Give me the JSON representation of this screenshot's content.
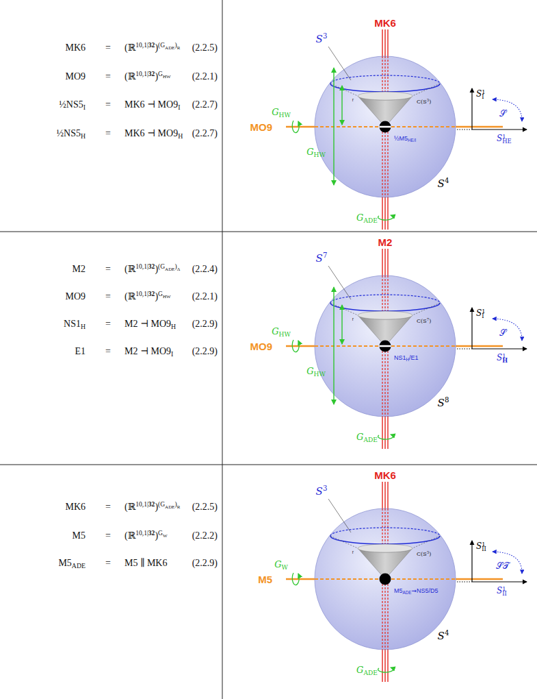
{
  "diagram": {
    "labels": [
      "MK6",
      "=",
      "(ℝ",
      "10,1|",
      "32",
      ")",
      "(G",
      "ADE",
      ")",
      "R",
      "(2.2.5)",
      "MO9",
      "=",
      "(ℝ",
      "10,1|",
      "32",
      ")",
      "G",
      "HW",
      "(2.2.1)",
      "½NS5",
      "I",
      "=",
      "MK6 ⊣ MO9",
      "I",
      "(2.2.7)",
      "½NS5",
      "H",
      "=",
      "MK6 ⊣ MO9",
      "H",
      "(2.2.7)",
      "MK6",
      "S",
      "3",
      "r",
      "C(S",
      "3",
      ")",
      "MO9",
      "G",
      "HW",
      "G",
      "HW",
      "½M5",
      "HE/I",
      "S",
      "4",
      "G",
      "ADE",
      "S",
      "1",
      "I",
      "S",
      "1",
      "HE",
      "𝒮",
      "M2",
      "=",
      "(ℝ",
      "10,1|",
      "32",
      ")",
      "(G",
      "ADE",
      ")",
      "Δ",
      "(2.2.4)",
      "MO9",
      "=",
      "(ℝ",
      "10,1|",
      "32",
      ")",
      "G",
      "HW",
      "(2.2.1)",
      "NS1",
      "H",
      "=",
      "M2 ⊣ MO9",
      "H",
      "(2.2.9)",
      "E1",
      "=",
      "M2 ⊣ MO9",
      "I",
      "(2.2.9)",
      "M2",
      "S",
      "7",
      "r",
      "C(S",
      "7",
      ")",
      "MO9",
      "G",
      "HW",
      "G",
      "HW",
      "NS1",
      "H",
      "/E1",
      "S",
      "8",
      "G",
      "ADE",
      "S",
      "1",
      "I",
      "S",
      "1",
      "H",
      "𝒮",
      "MK6",
      "=",
      "(ℝ",
      "10,1|",
      "32",
      ")",
      "(G",
      "ADE",
      ")",
      "R",
      "(2.2.5)",
      "M5",
      "=",
      "(ℝ",
      "10,1|",
      "32",
      ")",
      "G",
      "W",
      "(2.2.2)",
      "M5",
      "ADE",
      "=",
      "M5 ∥ MK6",
      "(2.2.9)",
      "MK6",
      "S",
      "3",
      "r",
      "C(S",
      "3",
      ")",
      "M5",
      "G",
      "W",
      "M5",
      "ADE",
      "⇝NS5/D5",
      "S",
      "4",
      "G",
      "ADE",
      "S",
      "1",
      "II",
      "S",
      "1",
      "II",
      "𝒮𝒯"
    ]
  }
}
